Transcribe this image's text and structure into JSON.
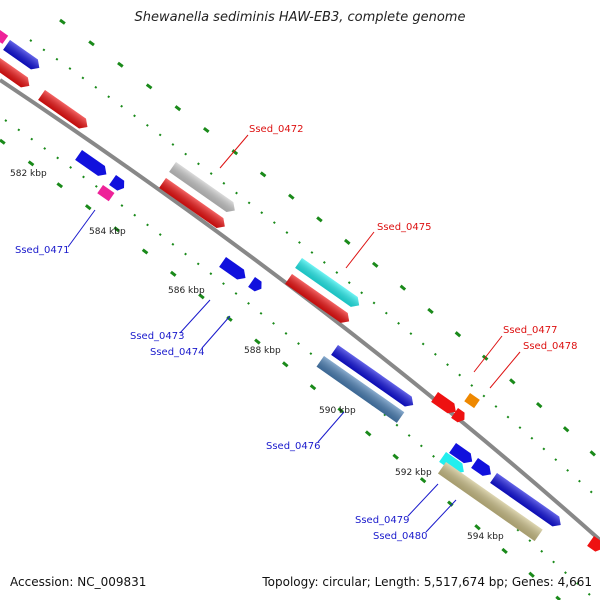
{
  "title": "Shewanella sediminis HAW-EB3, complete genome",
  "footer": {
    "accession": "Accession: NC_009831",
    "topology": "Topology: circular; Length: 5,517,674 bp; Genes: 4,661"
  },
  "ticks": [
    "582 kbp",
    "584 kbp",
    "586 kbp",
    "588 kbp",
    "590 kbp",
    "592 kbp",
    "594 kbp"
  ],
  "gene_labels": {
    "Ssed_0471": "Ssed_0471",
    "Ssed_0472": "Ssed_0472",
    "Ssed_0473": "Ssed_0473",
    "Ssed_0474": "Ssed_0474",
    "Ssed_0475": "Ssed_0475",
    "Ssed_0476": "Ssed_0476",
    "Ssed_0477": "Ssed_0477",
    "Ssed_0478": "Ssed_0478",
    "Ssed_0479": "Ssed_0479",
    "Ssed_0480": "Ssed_0480"
  },
  "colors": {
    "backbone": "#888888",
    "tick_mark": "#1a8a1a",
    "red_gene": "#ee1111",
    "blue_gene": "#1111dd",
    "grey_gene": "#c8c8c8",
    "cyan_gene": "#22eeee",
    "steelblue_gene": "#4a7fb5",
    "tan_gene": "#ccc088",
    "magenta_gene": "#ee2299",
    "orange_gene": "#ee8800",
    "label_red": "#dd1111",
    "label_blue": "#1a1acc"
  }
}
